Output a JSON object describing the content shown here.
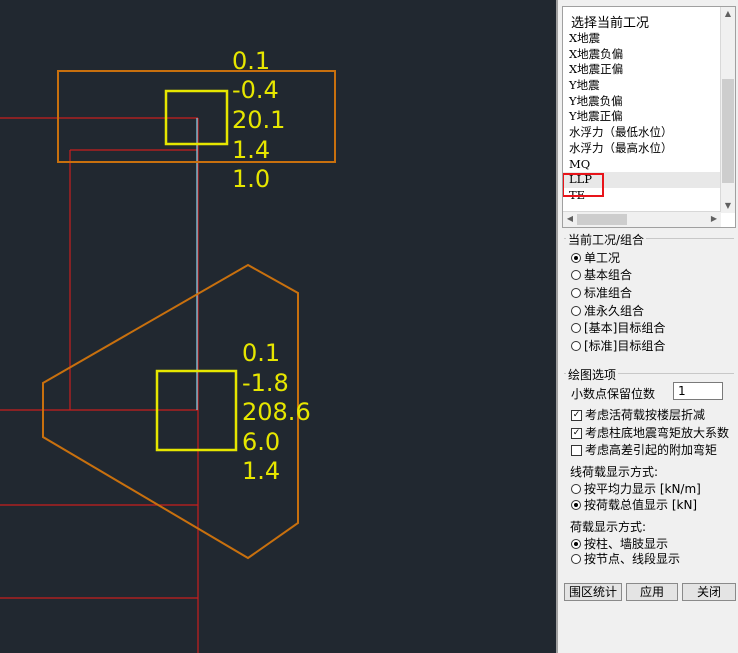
{
  "canvas": {
    "upper_column_values": [
      "0.1",
      "-0.4",
      "20.1",
      "1.4",
      "1.0"
    ],
    "lower_column_values": [
      "0.1",
      "-1.8",
      "208.6",
      "6.0",
      "1.4"
    ]
  },
  "panel": {
    "list": {
      "title": "选择当前工况",
      "items": [
        "X地震",
        "X地震负偏",
        "X地震正偏",
        "Y地震",
        "Y地震负偏",
        "Y地震正偏",
        "水浮力（最低水位）",
        "水浮力（最高水位）",
        "MQ",
        "LLP",
        "TE"
      ],
      "selected": "LLP"
    },
    "combo": {
      "title": "当前工况/组合",
      "options": [
        "单工况",
        "基本组合",
        "标准组合",
        "准永久组合",
        "[基本]目标组合",
        "[标准]目标组合"
      ],
      "selected_index": 0
    },
    "drawing": {
      "title": "绘图选项",
      "decimals_label": "小数点保留位数",
      "decimals_value": "1",
      "checkboxes": [
        {
          "label": "考虑活荷载按楼层折减",
          "checked": true
        },
        {
          "label": "考虑柱底地震弯矩放大系数",
          "checked": true
        },
        {
          "label": "考虑高差引起的附加弯矩",
          "checked": false
        }
      ],
      "line_load_title": "线荷载显示方式:",
      "line_load_options": [
        "按平均力显示 [kN/m]",
        "按荷载总值显示 [kN]"
      ],
      "line_load_selected": 1,
      "load_title": "荷载显示方式:",
      "load_options": [
        "按柱、墙肢显示",
        "按节点、线段显示"
      ],
      "load_selected": 0
    },
    "buttons": {
      "stats": "围区统计",
      "apply": "应用",
      "close": "关闭"
    }
  },
  "colors": {
    "canvas_bg": "#212830",
    "orange": "#c8700e",
    "yellow": "#e6e600",
    "red": "#c81e1e",
    "cyan": "#80d8f0"
  }
}
